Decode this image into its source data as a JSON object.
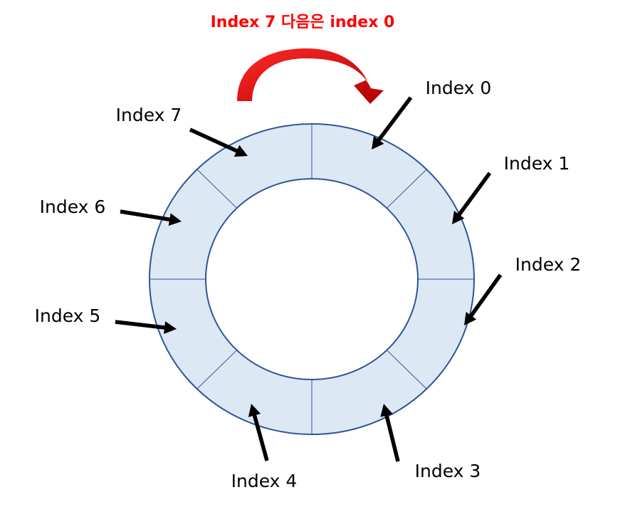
{
  "title": "Index 7 다음은 index 0",
  "colors": {
    "title": "#ff0000",
    "ring_fill": "#dde8f5",
    "ring_stroke": "#2f5597",
    "arrow": "#000000",
    "curved_arrow": "#e00000"
  },
  "buffer": {
    "slot_count": 8,
    "labels": [
      "Index 0",
      "Index 1",
      "Index 2",
      "Index 3",
      "Index 4",
      "Index 5",
      "Index 6",
      "Index 7"
    ]
  }
}
